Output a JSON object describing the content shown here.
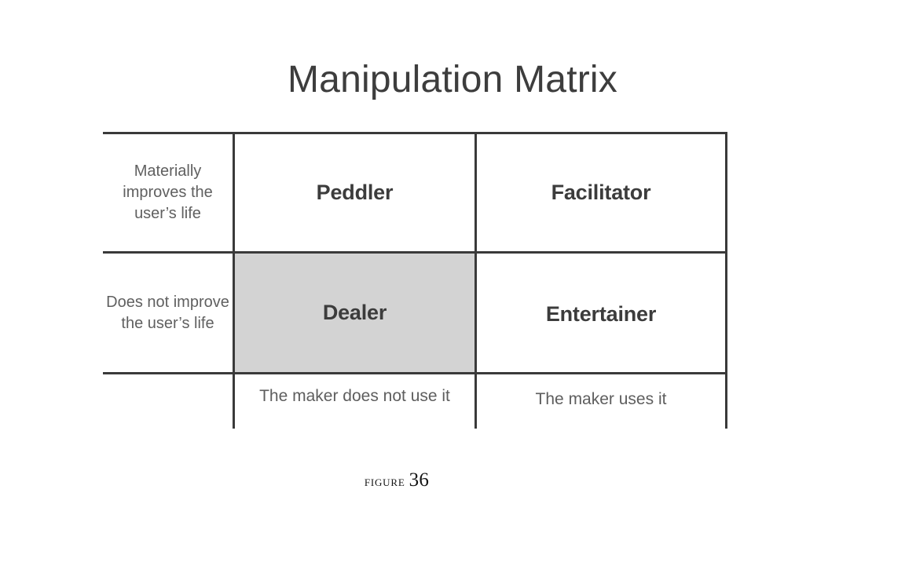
{
  "figure": {
    "title": "Manipulation Matrix",
    "caption_word": "Figure",
    "caption_number": "36"
  },
  "matrix": {
    "row_labels": [
      "Materially improves the user’s life",
      "Does not improve the user’s life"
    ],
    "column_labels": [
      "The maker does not use it",
      "The maker uses it"
    ],
    "cells": [
      {
        "label": "Peddler",
        "row": 0,
        "col": 0,
        "highlighted": false
      },
      {
        "label": "Facilitator",
        "row": 0,
        "col": 1,
        "highlighted": false
      },
      {
        "label": "Dealer",
        "row": 1,
        "col": 0,
        "highlighted": true
      },
      {
        "label": "Entertainer",
        "row": 1,
        "col": 1,
        "highlighted": false
      }
    ],
    "highlight_color": "#d3d3d3",
    "line_color": "#3a3a3a",
    "text_color": "#3c3c3c",
    "label_color": "#606060"
  }
}
